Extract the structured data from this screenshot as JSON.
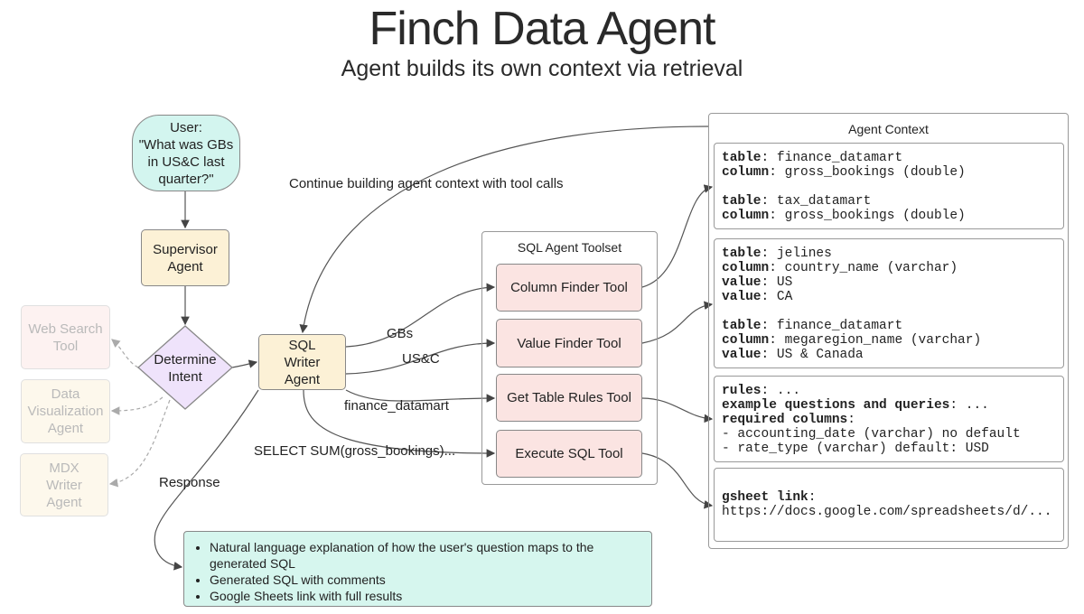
{
  "title": "Finch Data Agent",
  "subtitle": "Agent builds its own context via retrieval",
  "nodes": {
    "user": "User:\n\"What was GBs in US&C last quarter?\"",
    "supervisor": "Supervisor Agent",
    "intent": "Determine Intent",
    "web_search": "Web Search Tool",
    "data_viz": "Data Visualization Agent",
    "mdx_writer": "MDX Writer Agent",
    "sql_writer": "SQL Writer Agent"
  },
  "toolset": {
    "title": "SQL Agent Toolset",
    "tools": [
      "Column Finder Tool",
      "Value Finder Tool",
      "Get Table Rules Tool",
      "Execute SQL Tool"
    ]
  },
  "edge_labels": {
    "continue": "Continue building agent context with tool calls",
    "gbs": "GBs",
    "usc": "US&C",
    "finance": "finance_datamart",
    "select": "SELECT SUM(gross_bookings)...",
    "response": "Response"
  },
  "context": {
    "title": "Agent Context",
    "boxes": [
      [
        [
          "table",
          ": finance_datamart"
        ],
        [
          "column",
          ": gross_bookings (double)"
        ],
        [
          "",
          ""
        ],
        [
          "table",
          ": tax_datamart"
        ],
        [
          "column",
          ": gross_bookings (double)"
        ]
      ],
      [
        [
          "table",
          ": jelines"
        ],
        [
          "column",
          ": country_name (varchar)"
        ],
        [
          "value",
          ": US"
        ],
        [
          "value",
          ": CA"
        ],
        [
          "",
          ""
        ],
        [
          "table",
          ": finance_datamart"
        ],
        [
          "column",
          ": megaregion_name (varchar)"
        ],
        [
          "value",
          ": US & Canada"
        ]
      ],
      [
        [
          "rules",
          ": ..."
        ],
        [
          "example questions and queries",
          ": ..."
        ],
        [
          "required columns",
          ":"
        ],
        [
          "",
          "- accounting_date (varchar) no default"
        ],
        [
          "",
          "- rate_type (varchar) default: USD"
        ]
      ],
      [
        [
          "",
          ""
        ],
        [
          "gsheet link",
          ":"
        ],
        [
          "",
          "https://docs.google.com/spreadsheets/d/..."
        ]
      ]
    ]
  },
  "response_items": [
    "Natural language explanation of how the user's question maps to the generated SQL",
    "Generated SQL with comments",
    "Google Sheets link with full results"
  ]
}
